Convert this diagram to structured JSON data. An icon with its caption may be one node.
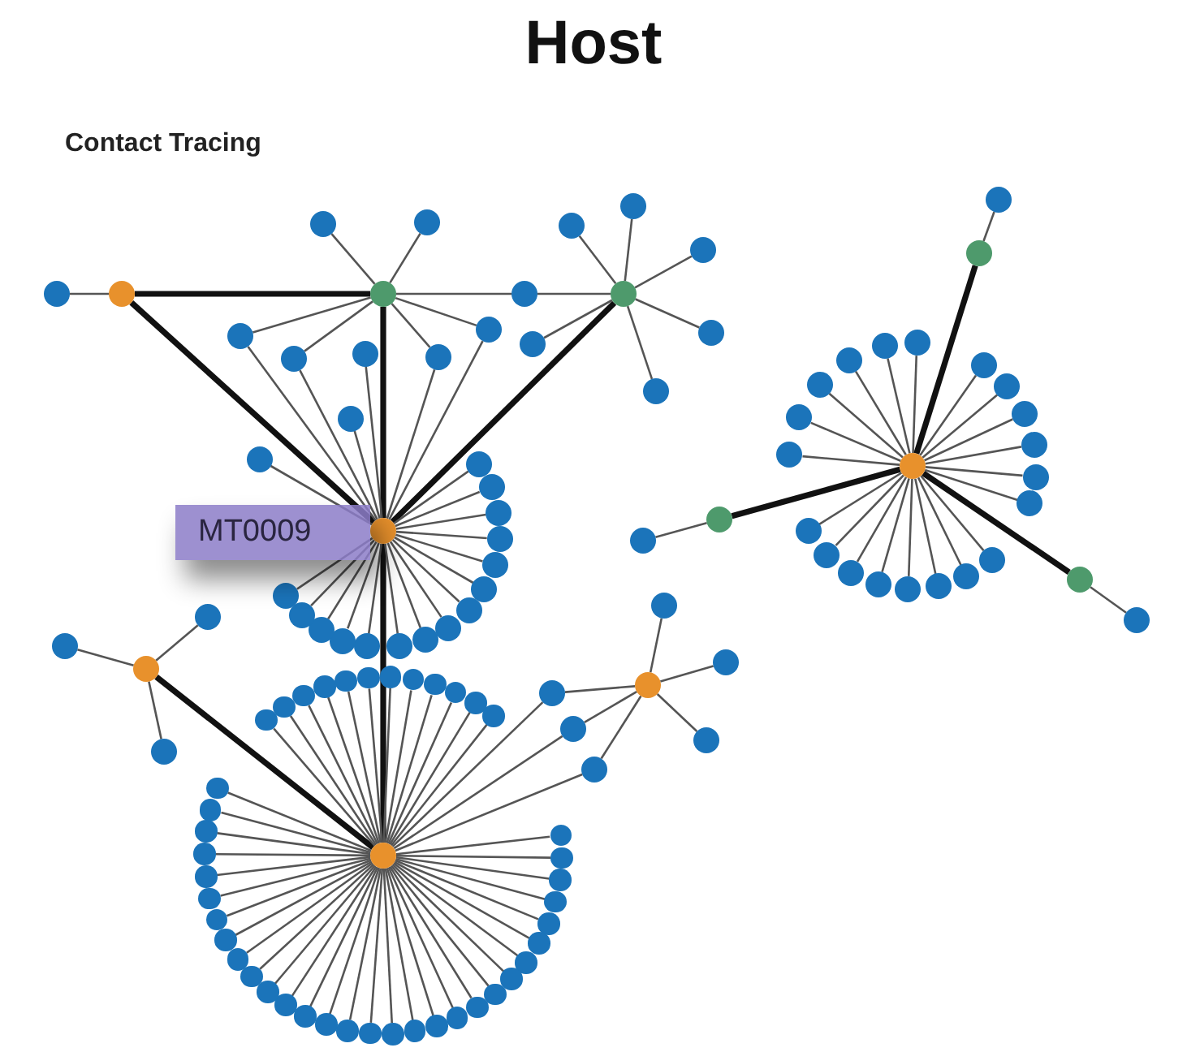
{
  "diagram": {
    "title": "Host",
    "nodes": [
      {
        "text": [],
        "shape": "circle"
      },
      {
        "text": [],
        "shape": "circle"
      },
      {
        "text": [],
        "shape": "circle"
      },
      {
        "text": [],
        "shape": "circle",
        "beside": [
          "MT0009"
        ]
      },
      {
        "text": [],
        "shape": "circle"
      },
      {
        "text": [],
        "shape": "circle"
      },
      {
        "text": [],
        "shape": "circle"
      },
      {
        "text": [],
        "shape": "circle"
      },
      {
        "text": [],
        "shape": "circle"
      },
      {
        "text": [],
        "shape": "circle"
      },
      {
        "text": [],
        "shape": "circle"
      },
      {
        "text": [],
        "shape": "circle"
      },
      {
        "text": [],
        "shape": "circle"
      },
      {
        "text": [],
        "shape": "circle"
      },
      {
        "text": [],
        "shape": "circle"
      },
      {
        "text": [],
        "shape": "circle"
      },
      {
        "text": [],
        "shape": "circle"
      },
      {
        "text": [],
        "shape": "circle"
      },
      {
        "text": [],
        "shape": "circle"
      },
      {
        "text": [],
        "shape": "circle"
      },
      {
        "text": [],
        "shape": "circle"
      },
      {
        "text": [],
        "shape": "circle"
      },
      {
        "text": [],
        "shape": "circle"
      },
      {
        "text": [],
        "shape": "circle"
      },
      {
        "text": [],
        "shape": "circle"
      },
      {
        "text": [],
        "shape": "circle"
      },
      {
        "text": [],
        "shape": "circle"
      },
      {
        "text": [],
        "shape": "circle"
      },
      {
        "text": [],
        "shape": "circle"
      },
      {
        "text": [],
        "shape": "circle"
      },
      {
        "text": [],
        "shape": "circle"
      },
      {
        "text": [],
        "shape": "circle"
      },
      {
        "text": [],
        "shape": "circle"
      },
      {
        "text": [],
        "shape": "circle"
      },
      {
        "text": [],
        "shape": "circle"
      },
      {
        "text": [],
        "shape": "circle"
      },
      {
        "text": [],
        "shape": "circle"
      },
      {
        "text": [],
        "shape": "circle"
      },
      {
        "text": [],
        "shape": "circle"
      },
      {
        "text": [],
        "shape": "circle"
      },
      {
        "text": [],
        "shape": "circle"
      },
      {
        "text": [],
        "shape": "circle"
      },
      {
        "text": [],
        "shape": "circle"
      },
      {
        "text": [],
        "shape": "circle"
      },
      {
        "text": [],
        "shape": "circle"
      },
      {
        "text": [],
        "shape": "circle"
      },
      {
        "text": [],
        "shape": "circle"
      },
      {
        "text": [],
        "shape": "circle"
      },
      {
        "text": [],
        "shape": "circle"
      },
      {
        "text": [],
        "shape": "circle"
      },
      {
        "text": [],
        "shape": "circle"
      },
      {
        "text": [],
        "shape": "circle"
      },
      {
        "text": [],
        "shape": "circle"
      },
      {
        "text": [],
        "shape": "circle"
      },
      {
        "text": [],
        "shape": "circle"
      },
      {
        "text": [],
        "shape": "circle"
      },
      {
        "text": [],
        "shape": "circle"
      },
      {
        "text": [],
        "shape": "circle"
      },
      {
        "text": [],
        "shape": "circle"
      },
      {
        "text": [],
        "shape": "circle"
      },
      {
        "text": [],
        "shape": "circle"
      },
      {
        "text": [],
        "shape": "circle"
      },
      {
        "text": [],
        "shape": "circle"
      },
      {
        "text": [],
        "shape": "circle"
      },
      {
        "text": [],
        "shape": "circle"
      },
      {
        "text": [],
        "shape": "circle"
      },
      {
        "text": [],
        "shape": "circle"
      },
      {
        "text": [],
        "shape": "circle"
      },
      {
        "text": [],
        "shape": "circle"
      },
      {
        "text": [],
        "shape": "circle"
      },
      {
        "text": [],
        "shape": "circle"
      },
      {
        "text": [],
        "shape": "circle"
      },
      {
        "text": [],
        "shape": "circle"
      },
      {
        "text": [],
        "shape": "circle"
      },
      {
        "text": [],
        "shape": "circle"
      },
      {
        "text": [],
        "shape": "circle"
      },
      {
        "text": [],
        "shape": "circle"
      },
      {
        "text": [],
        "shape": "circle"
      },
      {
        "text": [],
        "shape": "circle"
      },
      {
        "text": [],
        "shape": "circle"
      },
      {
        "text": [],
        "shape": "circle"
      },
      {
        "text": [],
        "shape": "circle"
      },
      {
        "text": [],
        "shape": "circle"
      },
      {
        "text": [],
        "shape": "circle"
      },
      {
        "text": [],
        "shape": "circle"
      },
      {
        "text": [],
        "shape": "circle"
      },
      {
        "text": [],
        "shape": "circle"
      },
      {
        "text": [],
        "shape": "circle"
      },
      {
        "text": [],
        "shape": "circle"
      },
      {
        "text": [],
        "shape": "circle"
      },
      {
        "text": [],
        "shape": "circle"
      },
      {
        "text": [],
        "shape": "circle"
      },
      {
        "text": [],
        "shape": "circle"
      },
      {
        "text": [],
        "shape": "circle"
      },
      {
        "text": [],
        "shape": "circle"
      },
      {
        "text": [],
        "shape": "circle"
      },
      {
        "text": [],
        "shape": "circle"
      },
      {
        "text": [],
        "shape": "circle"
      },
      {
        "text": [],
        "shape": "circle"
      },
      {
        "text": [],
        "shape": "circle"
      },
      {
        "text": [],
        "shape": "circle"
      },
      {
        "text": [],
        "shape": "circle"
      },
      {
        "text": [],
        "shape": "circle"
      },
      {
        "text": [],
        "shape": "circle"
      },
      {
        "text": [],
        "shape": "circle"
      },
      {
        "text": [],
        "shape": "circle"
      },
      {
        "text": [],
        "shape": "circle"
      },
      {
        "text": [],
        "shape": "circle"
      },
      {
        "text": [],
        "shape": "circle"
      },
      {
        "text": [],
        "shape": "circle"
      },
      {
        "text": [],
        "shape": "circle"
      },
      {
        "text": [],
        "shape": "circle"
      },
      {
        "text": [],
        "shape": "circle"
      },
      {
        "text": [],
        "shape": "circle"
      },
      {
        "text": [],
        "shape": "circle"
      },
      {
        "text": [],
        "shape": "circle"
      },
      {
        "text": [],
        "shape": "circle"
      }
    ],
    "edges": [
      {
        "from": 0,
        "to": 1,
        "arrow": "none",
        "style": "thick"
      },
      {
        "from": 0,
        "to": 3,
        "arrow": "none",
        "style": "thick"
      },
      {
        "from": 1,
        "to": 3,
        "arrow": "none",
        "style": "thick"
      },
      {
        "from": 2,
        "to": 3,
        "arrow": "none",
        "style": "thick"
      },
      {
        "from": 3,
        "to": 6,
        "arrow": "none",
        "style": "thick"
      },
      {
        "from": 4,
        "to": 6,
        "arrow": "none",
        "style": "thick"
      },
      {
        "from": 7,
        "to": 8,
        "arrow": "none",
        "style": "thick"
      },
      {
        "from": 9,
        "to": 8,
        "arrow": "none",
        "style": "thick"
      },
      {
        "from": 8,
        "to": 10,
        "arrow": "none",
        "style": "thick"
      },
      {
        "from": 0,
        "to": 11,
        "arrow": "none"
      },
      {
        "from": 1,
        "to": 12,
        "arrow": "none"
      },
      {
        "from": 1,
        "to": 13,
        "arrow": "none"
      },
      {
        "from": 1,
        "to": 14,
        "arrow": "none"
      },
      {
        "from": 1,
        "to": 15,
        "arrow": "none"
      },
      {
        "from": 1,
        "to": 16,
        "arrow": "none"
      },
      {
        "from": 1,
        "to": 17,
        "arrow": "none"
      },
      {
        "from": 2,
        "to": 18,
        "arrow": "none"
      },
      {
        "from": 2,
        "to": 19,
        "arrow": "none"
      },
      {
        "from": 2,
        "to": 20,
        "arrow": "none"
      },
      {
        "from": 2,
        "to": 21,
        "arrow": "none"
      },
      {
        "from": 2,
        "to": 22,
        "arrow": "none"
      },
      {
        "from": 2,
        "to": 23,
        "arrow": "none"
      },
      {
        "from": 2,
        "to": 24,
        "arrow": "none"
      },
      {
        "from": 3,
        "to": 25,
        "arrow": "none"
      },
      {
        "from": 3,
        "to": 26,
        "arrow": "none"
      },
      {
        "from": 3,
        "to": 27,
        "arrow": "none"
      },
      {
        "from": 3,
        "to": 28,
        "arrow": "none"
      },
      {
        "from": 3,
        "to": 29,
        "arrow": "none"
      },
      {
        "from": 3,
        "to": 30,
        "arrow": "none"
      },
      {
        "from": 3,
        "to": 31,
        "arrow": "none"
      },
      {
        "from": 3,
        "to": 32,
        "arrow": "none"
      },
      {
        "from": 3,
        "to": 33,
        "arrow": "none"
      },
      {
        "from": 3,
        "to": 34,
        "arrow": "none"
      },
      {
        "from": 3,
        "to": 35,
        "arrow": "none"
      },
      {
        "from": 3,
        "to": 36,
        "arrow": "none"
      },
      {
        "from": 3,
        "to": 37,
        "arrow": "none"
      },
      {
        "from": 3,
        "to": 38,
        "arrow": "none"
      },
      {
        "from": 3,
        "to": 39,
        "arrow": "none"
      },
      {
        "from": 3,
        "to": 40,
        "arrow": "none"
      },
      {
        "from": 3,
        "to": 41,
        "arrow": "none"
      },
      {
        "from": 3,
        "to": 42,
        "arrow": "none"
      },
      {
        "from": 4,
        "to": 43,
        "arrow": "none"
      },
      {
        "from": 4,
        "to": 44,
        "arrow": "none"
      },
      {
        "from": 4,
        "to": 45,
        "arrow": "none"
      },
      {
        "from": 5,
        "to": 46,
        "arrow": "none"
      },
      {
        "from": 5,
        "to": 47,
        "arrow": "none"
      },
      {
        "from": 5,
        "to": 48,
        "arrow": "none"
      },
      {
        "from": 5,
        "to": 49,
        "arrow": "none"
      },
      {
        "from": 5,
        "to": 50,
        "arrow": "none"
      },
      {
        "from": 5,
        "to": 51,
        "arrow": "none"
      },
      {
        "from": 6,
        "to": 52,
        "arrow": "none"
      },
      {
        "from": 6,
        "to": 53,
        "arrow": "none"
      },
      {
        "from": 6,
        "to": 54,
        "arrow": "none"
      },
      {
        "from": 6,
        "to": 55,
        "arrow": "none"
      },
      {
        "from": 6,
        "to": 56,
        "arrow": "none"
      },
      {
        "from": 6,
        "to": 57,
        "arrow": "none"
      },
      {
        "from": 6,
        "to": 58,
        "arrow": "none"
      },
      {
        "from": 6,
        "to": 59,
        "arrow": "none"
      },
      {
        "from": 6,
        "to": 60,
        "arrow": "none"
      },
      {
        "from": 6,
        "to": 61,
        "arrow": "none"
      },
      {
        "from": 6,
        "to": 62,
        "arrow": "none"
      },
      {
        "from": 6,
        "to": 63,
        "arrow": "none"
      },
      {
        "from": 6,
        "to": 64,
        "arrow": "none"
      },
      {
        "from": 6,
        "to": 65,
        "arrow": "none"
      },
      {
        "from": 6,
        "to": 66,
        "arrow": "none"
      },
      {
        "from": 6,
        "to": 67,
        "arrow": "none"
      },
      {
        "from": 6,
        "to": 68,
        "arrow": "none"
      },
      {
        "from": 6,
        "to": 69,
        "arrow": "none"
      },
      {
        "from": 6,
        "to": 70,
        "arrow": "none"
      },
      {
        "from": 6,
        "to": 71,
        "arrow": "none"
      },
      {
        "from": 6,
        "to": 72,
        "arrow": "none"
      },
      {
        "from": 6,
        "to": 73,
        "arrow": "none"
      },
      {
        "from": 6,
        "to": 74,
        "arrow": "none"
      },
      {
        "from": 6,
        "to": 75,
        "arrow": "none"
      },
      {
        "from": 6,
        "to": 76,
        "arrow": "none"
      },
      {
        "from": 6,
        "to": 77,
        "arrow": "none"
      },
      {
        "from": 6,
        "to": 78,
        "arrow": "none"
      },
      {
        "from": 6,
        "to": 79,
        "arrow": "none"
      },
      {
        "from": 6,
        "to": 80,
        "arrow": "none"
      },
      {
        "from": 6,
        "to": 81,
        "arrow": "none"
      },
      {
        "from": 6,
        "to": 82,
        "arrow": "none"
      },
      {
        "from": 6,
        "to": 83,
        "arrow": "none"
      },
      {
        "from": 6,
        "to": 84,
        "arrow": "none"
      },
      {
        "from": 6,
        "to": 85,
        "arrow": "none"
      },
      {
        "from": 6,
        "to": 86,
        "arrow": "none"
      },
      {
        "from": 6,
        "to": 87,
        "arrow": "none"
      },
      {
        "from": 6,
        "to": 88,
        "arrow": "none"
      },
      {
        "from": 6,
        "to": 89,
        "arrow": "none"
      },
      {
        "from": 6,
        "to": 90,
        "arrow": "none"
      },
      {
        "from": 6,
        "to": 91,
        "arrow": "none"
      },
      {
        "from": 6,
        "to": 92,
        "arrow": "none"
      },
      {
        "from": 6,
        "to": 93,
        "arrow": "none"
      },
      {
        "from": 7,
        "to": 94,
        "arrow": "none"
      },
      {
        "from": 8,
        "to": 95,
        "arrow": "none"
      },
      {
        "from": 8,
        "to": 96,
        "arrow": "none"
      },
      {
        "from": 8,
        "to": 97,
        "arrow": "none"
      },
      {
        "from": 8,
        "to": 98,
        "arrow": "none"
      },
      {
        "from": 8,
        "to": 99,
        "arrow": "none"
      },
      {
        "from": 8,
        "to": 100,
        "arrow": "none"
      },
      {
        "from": 8,
        "to": 101,
        "arrow": "none"
      },
      {
        "from": 8,
        "to": 102,
        "arrow": "none"
      },
      {
        "from": 8,
        "to": 103,
        "arrow": "none"
      },
      {
        "from": 8,
        "to": 104,
        "arrow": "none"
      },
      {
        "from": 8,
        "to": 105,
        "arrow": "none"
      },
      {
        "from": 8,
        "to": 106,
        "arrow": "none"
      },
      {
        "from": 8,
        "to": 107,
        "arrow": "none"
      },
      {
        "from": 8,
        "to": 108,
        "arrow": "none"
      },
      {
        "from": 8,
        "to": 109,
        "arrow": "none"
      },
      {
        "from": 8,
        "to": 110,
        "arrow": "none"
      },
      {
        "from": 8,
        "to": 111,
        "arrow": "none"
      },
      {
        "from": 8,
        "to": 112,
        "arrow": "none"
      },
      {
        "from": 8,
        "to": 113,
        "arrow": "none"
      },
      {
        "from": 8,
        "to": 114,
        "arrow": "none"
      },
      {
        "from": 9,
        "to": 115,
        "arrow": "none"
      },
      {
        "from": 10,
        "to": 116,
        "arrow": "none"
      },
      {
        "from": 1,
        "to": 21,
        "arrow": "none"
      },
      {
        "from": 3,
        "to": 14,
        "arrow": "none"
      },
      {
        "from": 3,
        "to": 15,
        "arrow": "none"
      },
      {
        "from": 3,
        "to": 16,
        "arrow": "none"
      },
      {
        "from": 3,
        "to": 17,
        "arrow": "none"
      },
      {
        "from": 6,
        "to": 49,
        "arrow": "none"
      },
      {
        "from": 6,
        "to": 50,
        "arrow": "none"
      },
      {
        "from": 6,
        "to": 51,
        "arrow": "none"
      }
    ],
    "labels": [
      "Contact Tracing"
    ]
  }
}
